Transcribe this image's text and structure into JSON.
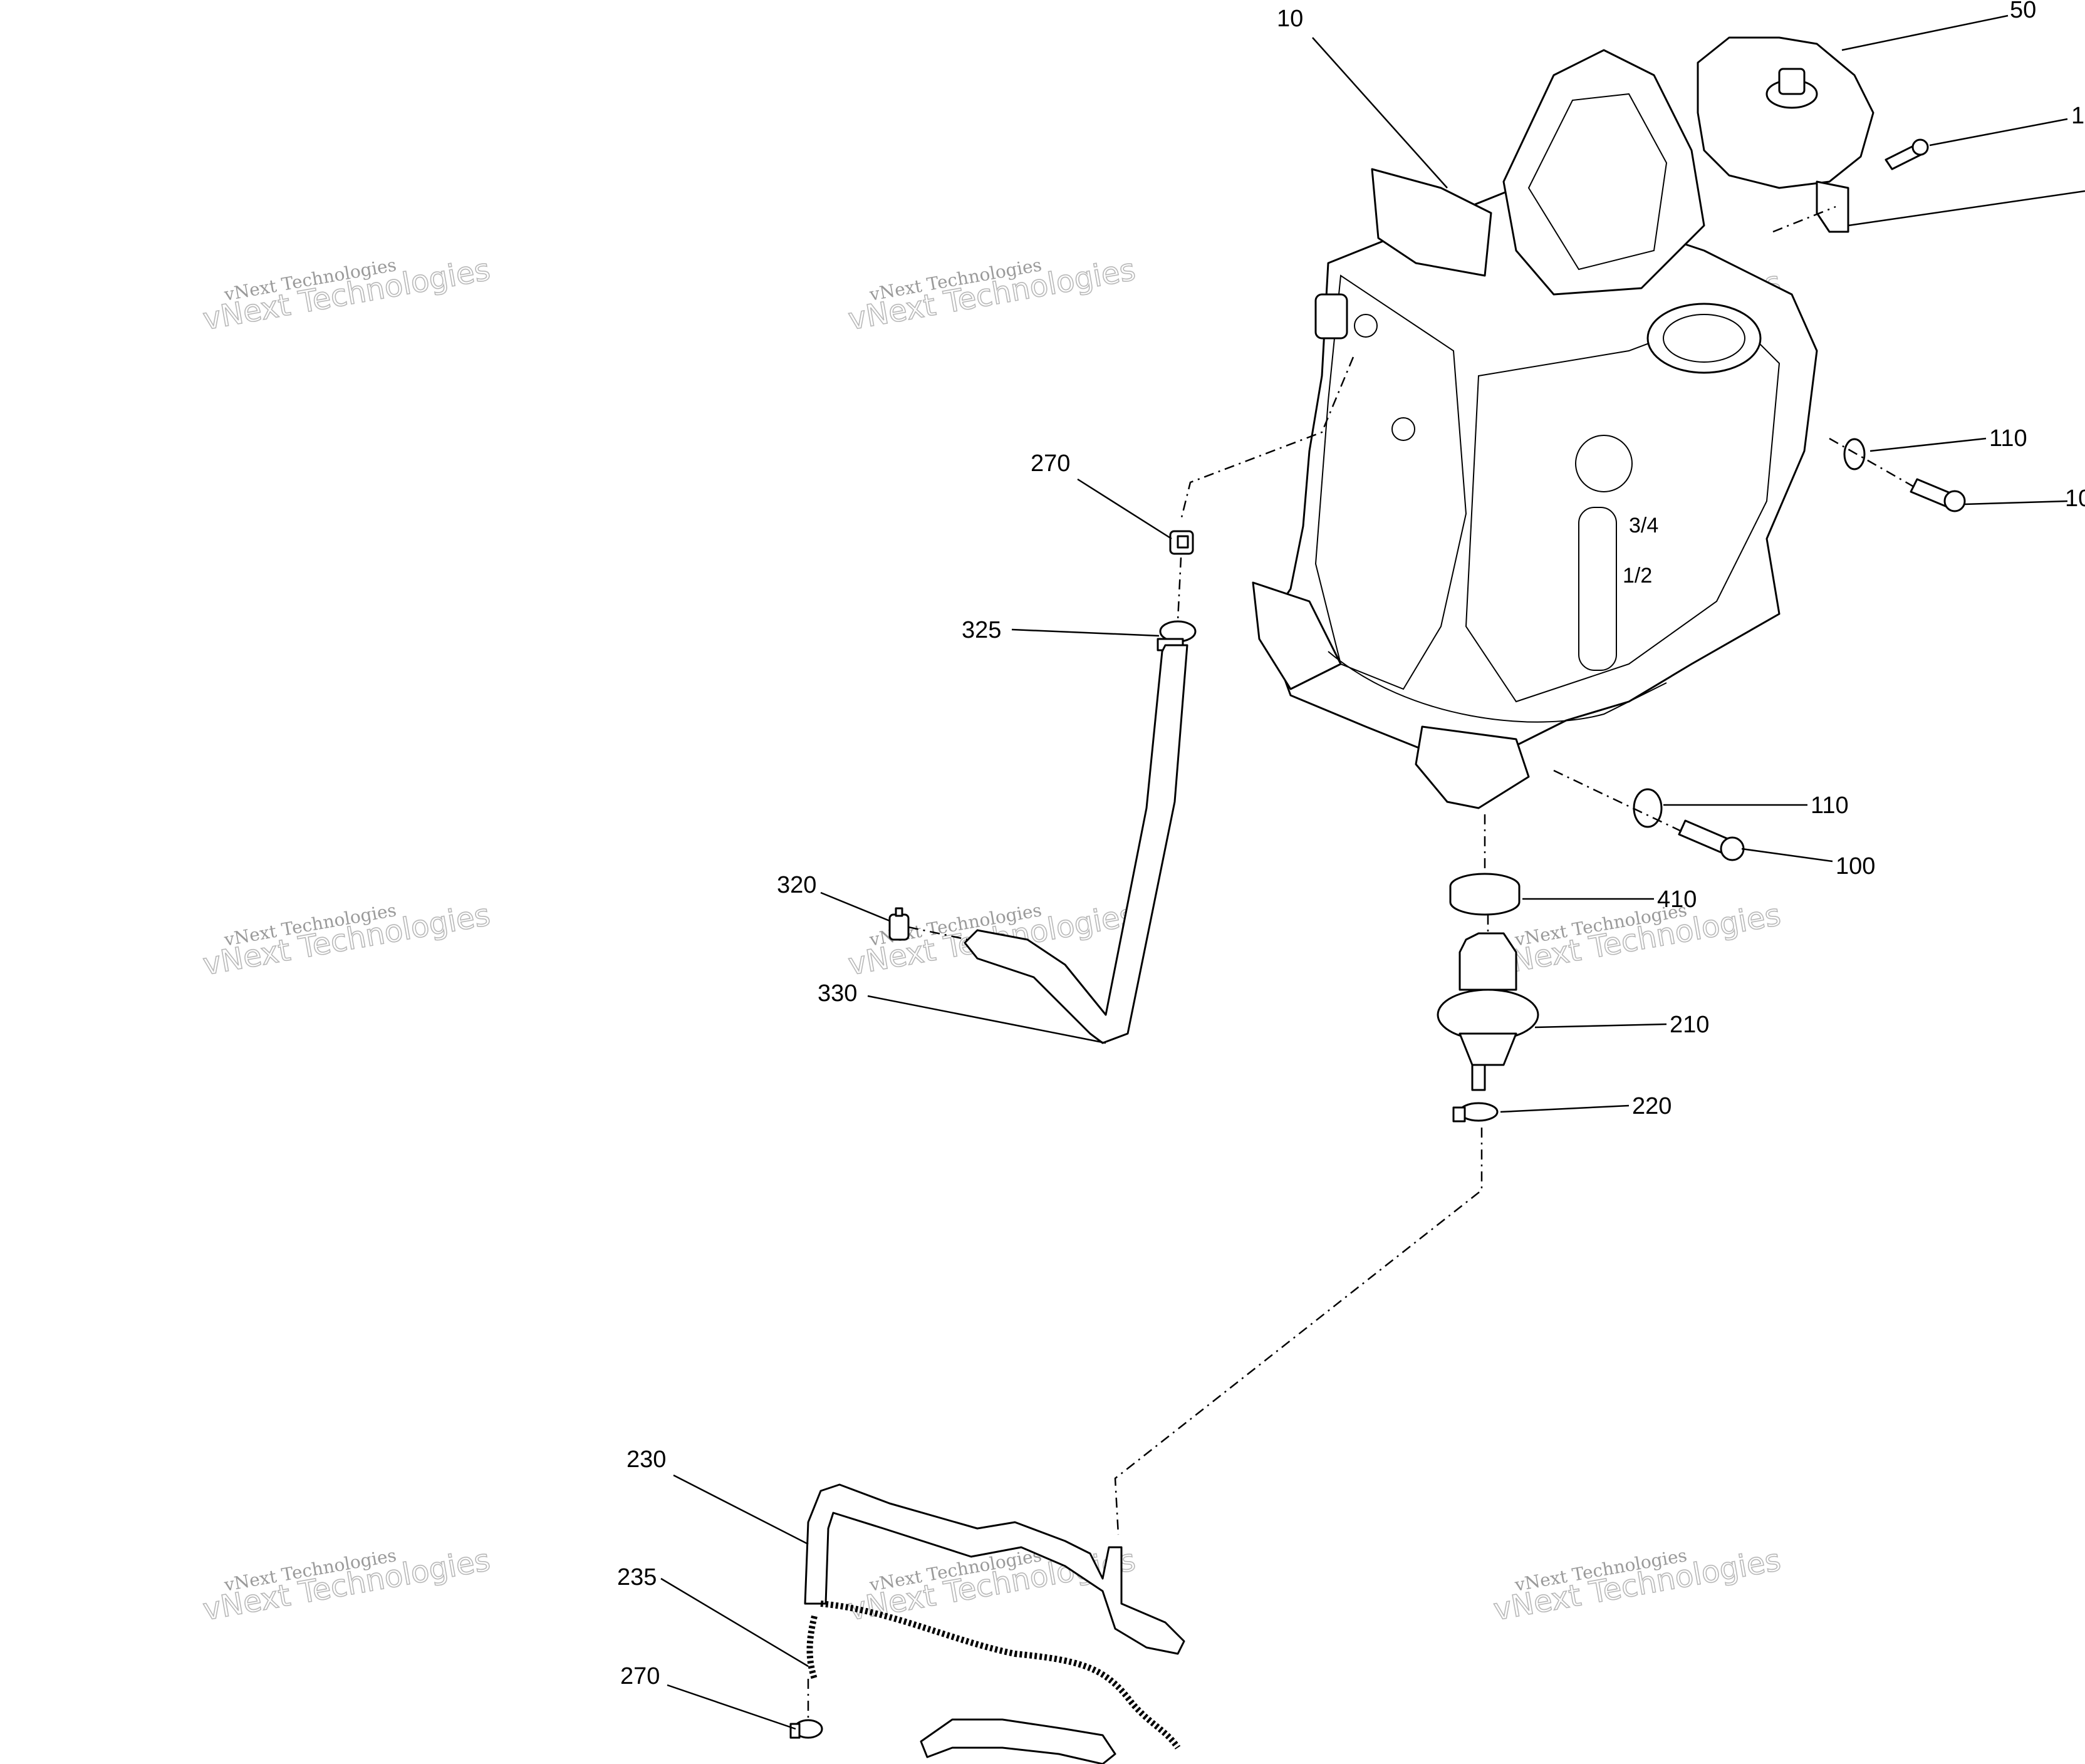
{
  "callouts": [
    {
      "id": "10",
      "label": "10"
    },
    {
      "id": "50",
      "label": "50"
    },
    {
      "id": "110a",
      "label": "110"
    },
    {
      "id": "110b",
      "label": "110"
    },
    {
      "id": "100b",
      "label": "100"
    },
    {
      "id": "410",
      "label": "410"
    },
    {
      "id": "210",
      "label": "210"
    },
    {
      "id": "220",
      "label": "220"
    },
    {
      "id": "270a",
      "label": "270"
    },
    {
      "id": "325",
      "label": "325"
    },
    {
      "id": "320",
      "label": "320"
    },
    {
      "id": "330",
      "label": "330"
    },
    {
      "id": "230",
      "label": "230"
    },
    {
      "id": "235",
      "label": "235"
    },
    {
      "id": "270b",
      "label": "270"
    }
  ],
  "cropped_callouts": [
    "1",
    "10"
  ],
  "tank_scale": {
    "three_quarter": "3/4",
    "half": "1/2"
  },
  "watermark": {
    "line1": "vNext Technologies",
    "line2": "vNext Technologies"
  }
}
